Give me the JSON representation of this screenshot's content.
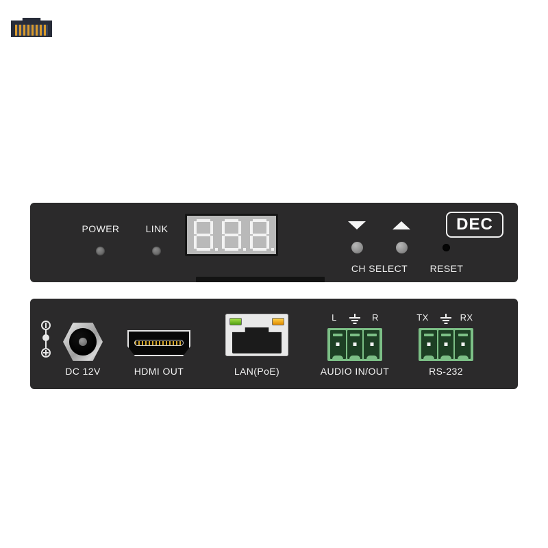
{
  "product": {
    "brand_logo": "DEC",
    "type": "hdmi-over-ip-decoder-front-and-rear-panel"
  },
  "colors": {
    "panel": "#2b2a2b",
    "label_text": "#f2f2f2",
    "display_bg": "#b9b9b9",
    "display_segment": "#f3f3f3",
    "terminal_green": "#7cbf86",
    "led_green": "#8ed12e",
    "led_amber": "#ffbe1a",
    "hdmi_pin_gold": "#d6a62a",
    "background": "#ffffff"
  },
  "front_panel": {
    "indicators": [
      {
        "label": "POWER",
        "name": "power-led"
      },
      {
        "label": "LINK",
        "name": "link-led"
      }
    ],
    "display": {
      "name": "seven-segment-display",
      "digit_count": 3,
      "digits": [
        "8",
        "8",
        "8"
      ],
      "decimal_points": [
        true,
        true,
        true
      ]
    },
    "controls": {
      "down_arrow": "▼",
      "up_arrow": "▲",
      "ch_select_label": "CH SELECT",
      "reset_label": "RESET"
    },
    "logo": "DEC"
  },
  "rear_panel": {
    "ports": [
      {
        "label": "DC 12V",
        "name": "dc-power-jack"
      },
      {
        "label": "HDMI OUT",
        "name": "hdmi-out-port"
      },
      {
        "label": "LAN(PoE)",
        "name": "lan-poe-port"
      },
      {
        "label": "AUDIO IN/OUT",
        "name": "audio-terminal-block"
      },
      {
        "label": "RS-232",
        "name": "rs232-terminal-block"
      }
    ],
    "audio_pins": {
      "left": "L",
      "ground": "ground-symbol",
      "right": "R"
    },
    "rs232_pins": {
      "tx": "TX",
      "ground": "ground-symbol",
      "rx": "RX"
    },
    "polarity_symbol": "center-positive-dc-polarity"
  }
}
